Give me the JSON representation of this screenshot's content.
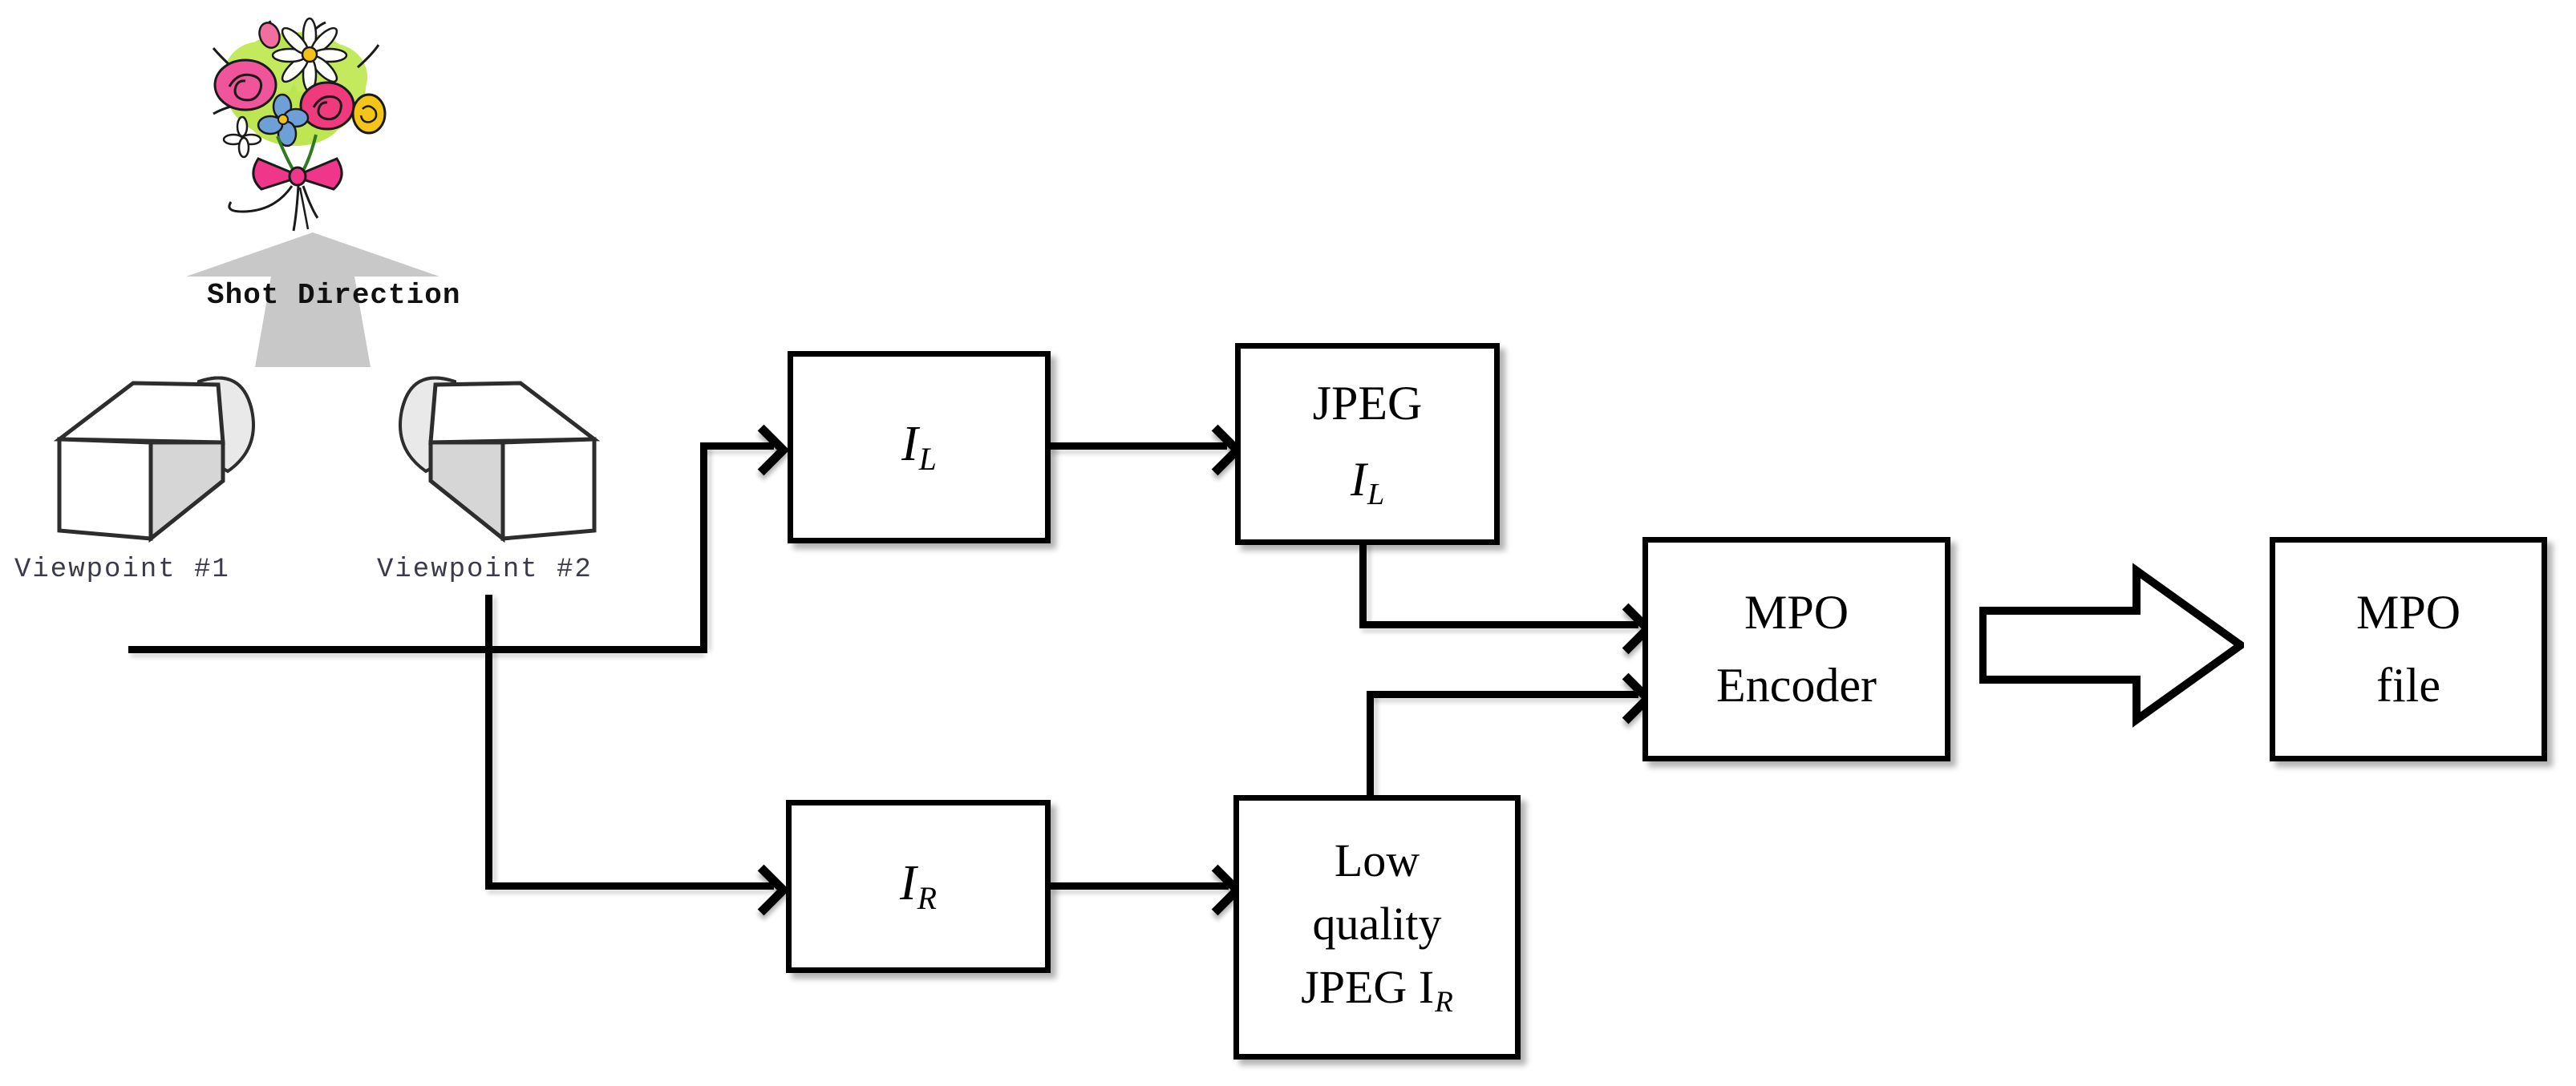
{
  "diagram": {
    "title": "MPO stereo image encoding pipeline",
    "scene": {
      "subject_icon": "flower-bouquet-icon",
      "shot_direction_label": "Shot Direction",
      "shot_direction_arrow_color": "#c8c8c8",
      "cameras": [
        {
          "icon": "camera-icon",
          "label": "Viewpoint #1"
        },
        {
          "icon": "camera-icon",
          "label": "Viewpoint #2"
        }
      ]
    },
    "nodes": [
      {
        "id": "il",
        "lines": [
          "I"
        ],
        "sub": "L",
        "math": true
      },
      {
        "id": "jpeg-il",
        "lines": [
          "JPEG",
          "I"
        ],
        "sub": "L",
        "math": true
      },
      {
        "id": "ir",
        "lines": [
          "I"
        ],
        "sub": "R",
        "math": true
      },
      {
        "id": "lq-jpeg-ir",
        "lines": [
          "Low",
          "quality",
          "JPEG I"
        ],
        "sub": "R",
        "math": true
      },
      {
        "id": "mpo-enc",
        "lines": [
          "MPO",
          "Encoder"
        ],
        "sub": "",
        "math": false
      },
      {
        "id": "mpo-file",
        "lines": [
          "MPO",
          "file"
        ],
        "sub": "",
        "math": false
      }
    ],
    "node_text": {
      "il_main": "I",
      "il_sub": "L",
      "jpeg_il_top": "JPEG",
      "jpeg_il_main": "I",
      "jpeg_il_sub": "L",
      "ir_main": "I",
      "ir_sub": "R",
      "lq_line1": "Low",
      "lq_line2": "quality",
      "lq_line3": "JPEG I",
      "lq_sub": "R",
      "mpo_enc_line1": "MPO",
      "mpo_enc_line2": "Encoder",
      "mpo_file_line1": "MPO",
      "mpo_file_line2": "file"
    },
    "colors": {
      "stroke": "#000000",
      "background": "#ffffff",
      "shot_arrow": "#c8c8c8",
      "camera_body": "#ffffff",
      "camera_shade": "#d8d8d8",
      "label_text": "#3a3a4a"
    },
    "block_arrow": {
      "name": "outline-block-arrow",
      "direction": "right",
      "from": "MPO Encoder",
      "to": "MPO file"
    }
  }
}
